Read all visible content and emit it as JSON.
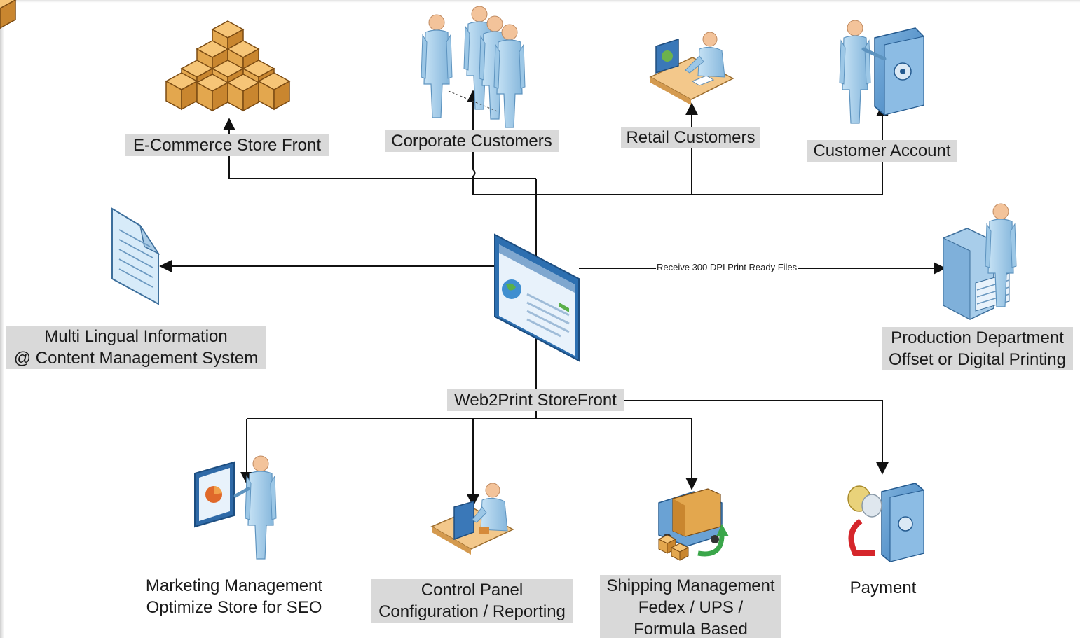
{
  "diagram": {
    "hub": {
      "label": "Web2Print StoreFront"
    },
    "edge_labels": {
      "production": "Receive 300 DPI Print Ready Files"
    },
    "nodes": {
      "ecommerce": {
        "label": "E-Commerce Store Front"
      },
      "corporate": {
        "label": "Corporate Customers"
      },
      "retail": {
        "label": "Retail Customers"
      },
      "account": {
        "label": "Customer Account"
      },
      "cms": {
        "line1": "Multi Lingual Information",
        "line2": "@ Content Management System"
      },
      "production": {
        "line1": "Production Department",
        "line2": "Offset or Digital Printing"
      },
      "marketing": {
        "line1": "Marketing Management",
        "line2": "Optimize Store for SEO"
      },
      "control": {
        "line1": "Control Panel",
        "line2": "Configuration / Reporting"
      },
      "shipping": {
        "line1": "Shipping Management",
        "line2": "Fedex / UPS /",
        "line3": "Formula Based"
      },
      "payment": {
        "label": "Payment"
      }
    },
    "colors": {
      "line": "#111111",
      "label_bg": "#d9d9d9",
      "person": "#a9cfea",
      "box": "#e3a74e"
    }
  }
}
